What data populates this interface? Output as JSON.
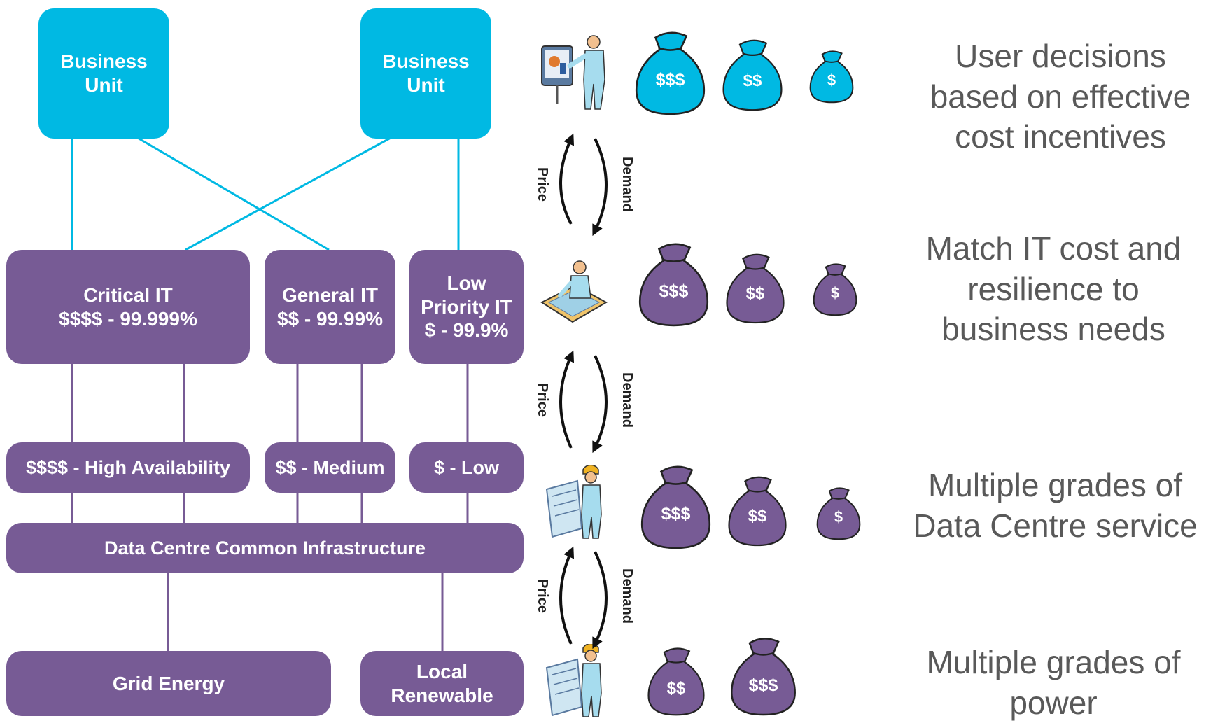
{
  "business_units": [
    {
      "label": "Business\nUnit"
    },
    {
      "label": "Business\nUnit"
    }
  ],
  "it_tiers": [
    {
      "label": "Critical IT\n$$$$ - 99.999%"
    },
    {
      "label": "General IT\n$$ - 99.99%"
    },
    {
      "label": "Low\nPriority IT\n$ - 99.9%"
    }
  ],
  "availability_tiers": [
    {
      "label": "$$$$ - High Availability"
    },
    {
      "label": "$$ - Medium"
    },
    {
      "label": "$ - Low"
    }
  ],
  "infrastructure": {
    "label": "Data Centre Common Infrastructure"
  },
  "power_sources": [
    {
      "label": "Grid Energy"
    },
    {
      "label": "Local\nRenewable"
    }
  ],
  "cycle_labels": {
    "price": "Price",
    "demand": "Demand"
  },
  "money_bags": {
    "row1": [
      "$$$",
      "$$",
      "$"
    ],
    "row2": [
      "$$$",
      "$$",
      "$"
    ],
    "row3": [
      "$$$",
      "$$",
      "$"
    ],
    "row4": [
      "$$",
      "$$$"
    ]
  },
  "captions": [
    "User decisions\nbased on effective\ncost incentives",
    "Match IT cost and\nresilience to\nbusiness needs",
    "Multiple grades of\nData Centre service",
    "Multiple grades of\npower"
  ],
  "icons": [
    "presenter-person-icon",
    "desk-worker-icon",
    "engineer-blueprint-icon",
    "engineer-blueprint-icon"
  ],
  "colors": {
    "cyan": "#00b9e3",
    "purple": "#775b95",
    "caption_gray": "#595959"
  }
}
